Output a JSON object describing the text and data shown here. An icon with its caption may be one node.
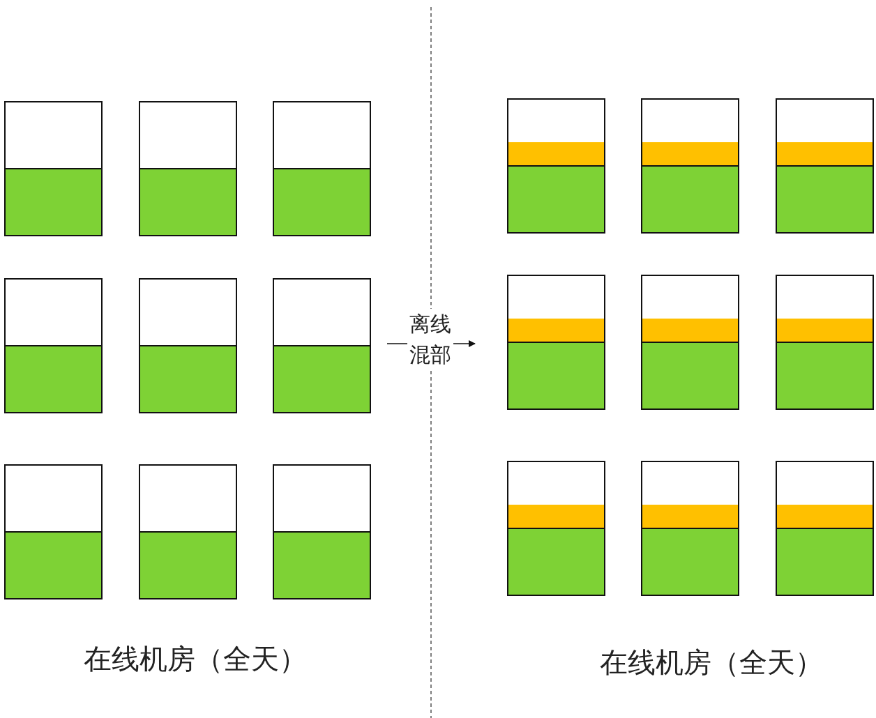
{
  "diagram": {
    "labels": [
      "离线混部",
      "在线机房（全天）",
      "在线机房（全天）"
    ]
  }
}
